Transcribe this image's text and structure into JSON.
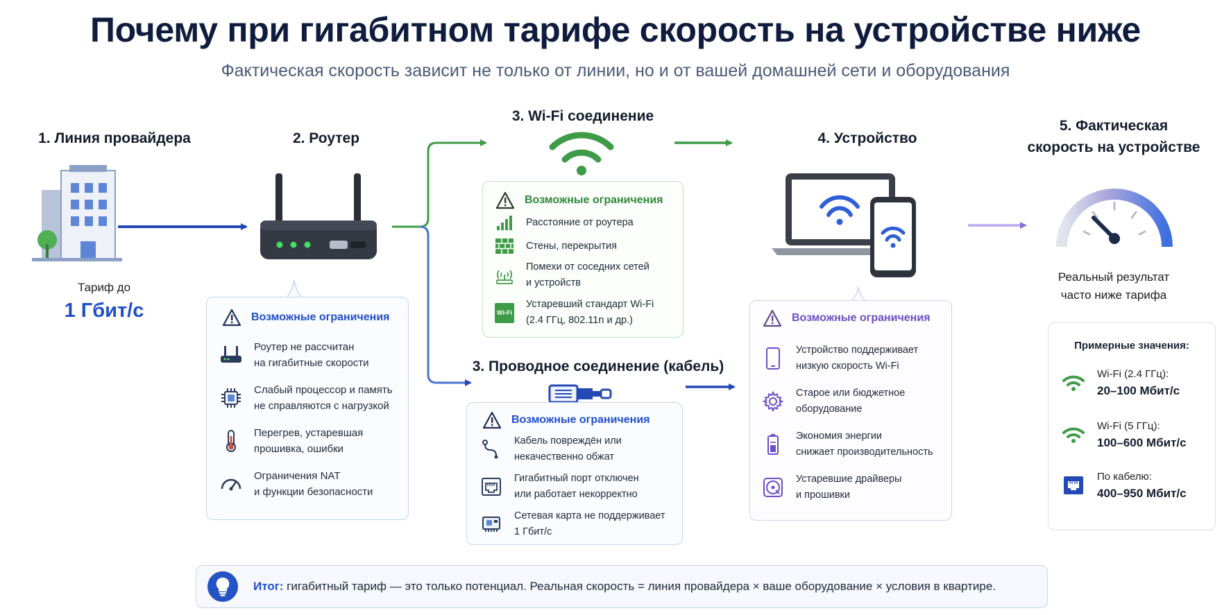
{
  "title": "Почему при гигабитном тарифе скорость на устройстве ниже",
  "subtitle": "Фактическая скорость зависит не только от линии, но и от вашей домашней сети и оборудования",
  "steps": {
    "line": "1. Линия провайдера",
    "router": "2. Роутер",
    "wifi": "3. Wi-Fi соединение",
    "wired": "3. Проводное соединение (кабель)",
    "device": "4. Устройство",
    "actual_1": "5. Фактическая",
    "actual_2": "скорость на устройстве"
  },
  "tariff": {
    "label": "Тариф до",
    "value": "1 Гбит/с"
  },
  "limits_heading": "Возможные ограничения",
  "router_limits": [
    {
      "icon": "router-icon",
      "l1": "Роутер не рассчитан",
      "l2": "на гигабитные скорости"
    },
    {
      "icon": "cpu-icon",
      "l1": "Слабый процессор и память",
      "l2": "не справляются с нагрузкой"
    },
    {
      "icon": "thermometer-icon",
      "l1": "Перегрев, устаревшая",
      "l2": "прошивка, ошибки"
    },
    {
      "icon": "gauge-icon",
      "l1": "Ограничения NAT",
      "l2": "и функции безопасности"
    }
  ],
  "wifi_limits": [
    {
      "icon": "signal-bars-icon",
      "l1": "Расстояние от роутера",
      "l2": ""
    },
    {
      "icon": "brick-wall-icon",
      "l1": "Стены, перекрытия",
      "l2": ""
    },
    {
      "icon": "interference-icon",
      "l1": "Помехи от соседних сетей",
      "l2": "и устройств"
    },
    {
      "icon": "wifi-badge-icon",
      "l1": "Устаревший стандарт Wi-Fi",
      "l2": "(2.4 ГГц, 802.11n и др.)"
    }
  ],
  "wifi_badge_text": "Wi-Fi",
  "wired_limits": [
    {
      "icon": "broken-cable-icon",
      "l1": "Кабель повреждён или",
      "l2": "некачественно обжат"
    },
    {
      "icon": "ethernet-port-icon",
      "l1": "Гигабитный порт отключен",
      "l2": "или работает некорректно"
    },
    {
      "icon": "network-card-icon",
      "l1": "Сетевая карта не поддерживает",
      "l2": "1 Гбит/с"
    }
  ],
  "device_limits": [
    {
      "icon": "phone-icon",
      "l1": "Устройство поддерживает",
      "l2": "низкую скорость Wi-Fi"
    },
    {
      "icon": "gear-icon",
      "l1": "Старое или бюджетное",
      "l2": "оборудование"
    },
    {
      "icon": "battery-icon",
      "l1": "Экономия энергии",
      "l2": "снижает производительность"
    },
    {
      "icon": "disc-icon",
      "l1": "Устаревшие драйверы",
      "l2": "и прошивки"
    }
  ],
  "result": {
    "l1": "Реальный результат",
    "l2": "часто ниже тарифа"
  },
  "values": {
    "title": "Примерные значения:",
    "rows": [
      {
        "icon": "wifi-icon",
        "label": "Wi-Fi (2.4 ГГц):",
        "value": "20–100 Мбит/с"
      },
      {
        "icon": "wifi-icon",
        "label": "Wi-Fi (5 ГГц):",
        "value": "100–600 Мбит/с"
      },
      {
        "icon": "ethernet-port-icon",
        "label": "По кабелю:",
        "value": "400–950 Мбит/с"
      }
    ]
  },
  "summary": {
    "label": "Итог:",
    "text": " гигабитный тариф — это только потенциал. Реальная скорость = линия провайдера × ваше оборудование × условия в квартире."
  },
  "colors": {
    "blue": "#1f4fc7",
    "green": "#3e9b47",
    "purple": "#6b4fc4",
    "dark": "#0f1c3d"
  }
}
